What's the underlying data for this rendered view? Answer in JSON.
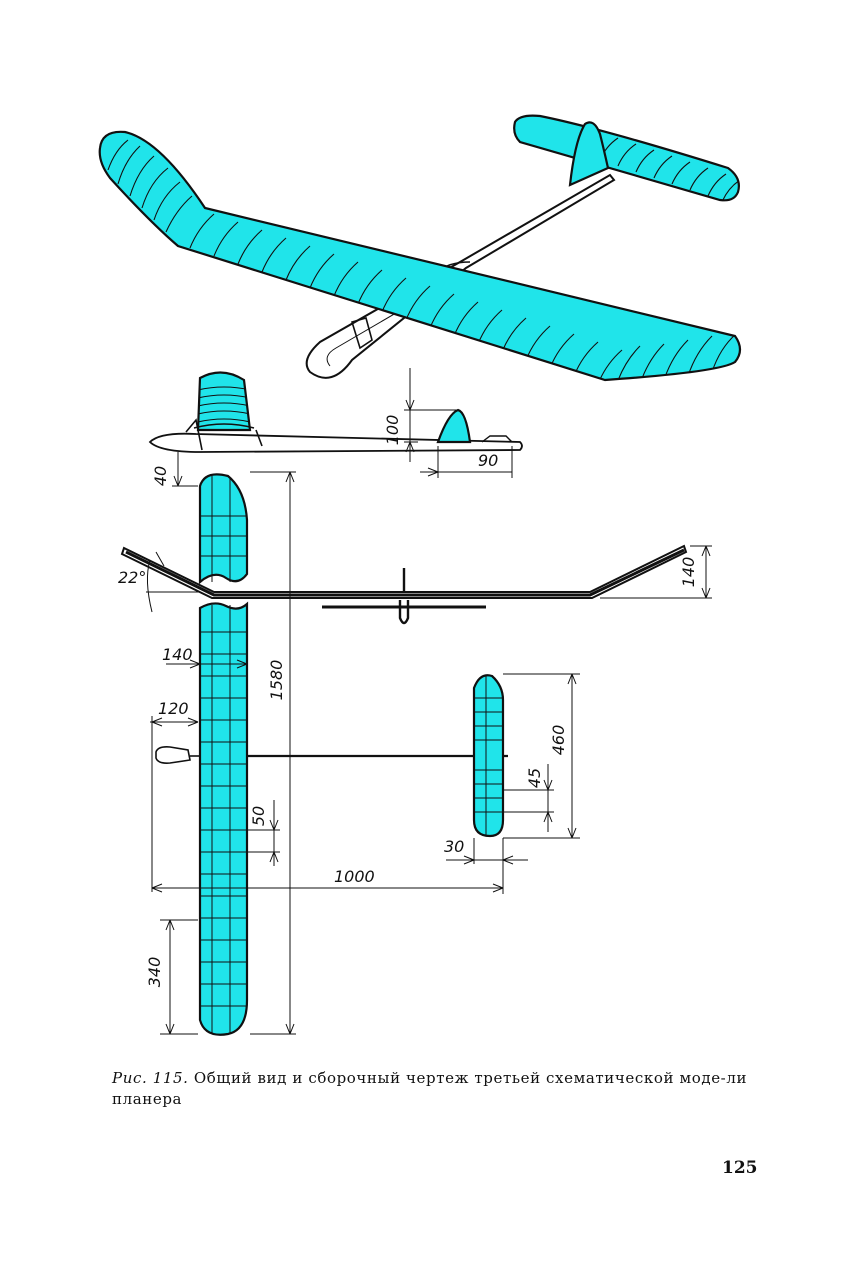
{
  "figure": {
    "caption_label": "Рис. 115.",
    "caption_text": " Общий вид и сборочный чертеж третьей схематической моде-ли планера",
    "page_number": "125",
    "colors": {
      "covering": "#20e4ea",
      "outline": "#111111"
    },
    "dimensions": {
      "fin_height": "100",
      "fin_chord": "90",
      "tip_offset": "40",
      "dihedral_angle": "22°",
      "tip_rise": "140",
      "wing_chord": "140",
      "nose_length": "120",
      "wingspan": "1580",
      "rib_spacing": "50",
      "stab_span": "460",
      "stab_rib_spacing": "45",
      "stab_offset": "30",
      "tail_arm": "1000",
      "tip_length": "340"
    }
  }
}
